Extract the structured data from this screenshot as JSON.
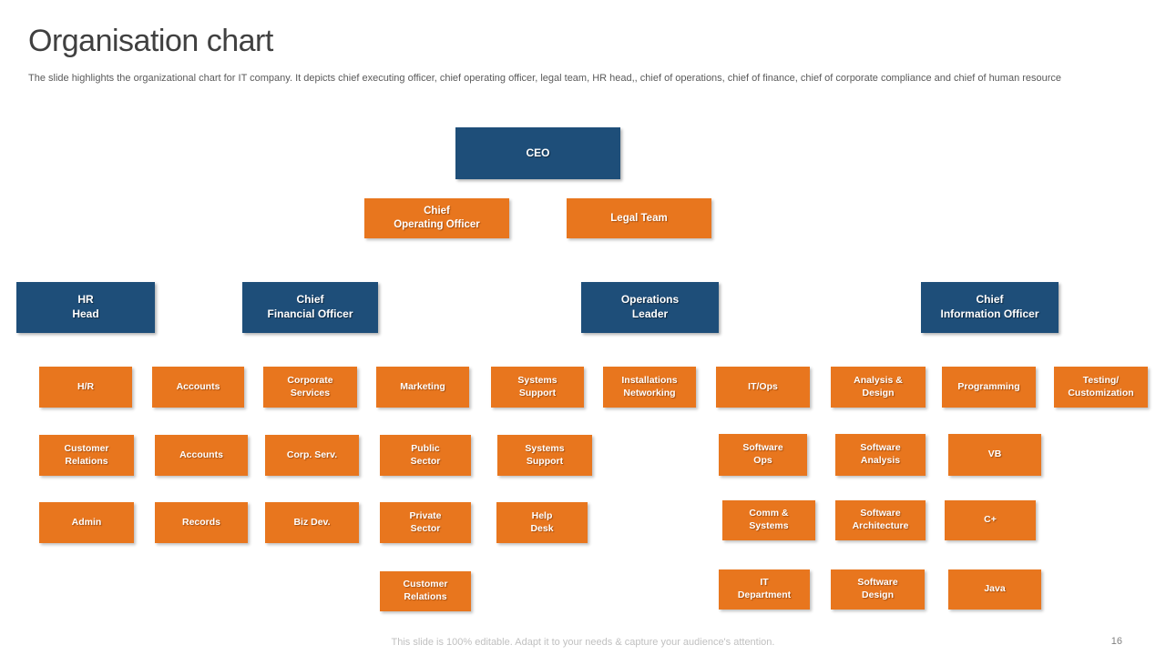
{
  "slide": {
    "title": "Organisation chart",
    "subtitle": "The slide highlights the organizational chart for IT company. It depicts chief executing officer,  chief operating officer, legal team, HR head,, chief of operations, chief of finance, chief of corporate compliance and chief of human resource",
    "footer": "This slide is 100% editable. Adapt it to your needs & capture your audience's attention.",
    "page_number": "16"
  },
  "colors": {
    "dark_blue": "#1E4E79",
    "orange": "#E8761E"
  },
  "org": {
    "ceo": "CEO",
    "row2": [
      "Chief\nOperating Officer",
      "Legal Team"
    ],
    "row3": [
      "HR\nHead",
      "Chief\nFinancial Officer",
      "Operations\nLeader",
      "Chief\nInformation Officer"
    ],
    "row4": [
      "H/R",
      "Accounts",
      "Corporate\nServices",
      "Marketing",
      "Systems\nSupport",
      "Installations\nNetworking",
      "IT/Ops",
      "Analysis &\nDesign",
      "Programming",
      "Testing/\nCustomization"
    ],
    "row5": [
      "Customer\nRelations",
      "Accounts",
      "Corp. Serv.",
      "Public\nSector",
      "Systems\nSupport",
      "Software\nOps",
      "Software\nAnalysis",
      "VB"
    ],
    "row6": [
      "Admin",
      "Records",
      "Biz Dev.",
      "Private\nSector",
      "Help\nDesk",
      "Comm &\nSystems",
      "Software\nArchitecture",
      "C+"
    ],
    "row7": [
      "Customer\nRelations",
      "IT\nDepartment",
      "Software\nDesign",
      "Java"
    ]
  }
}
